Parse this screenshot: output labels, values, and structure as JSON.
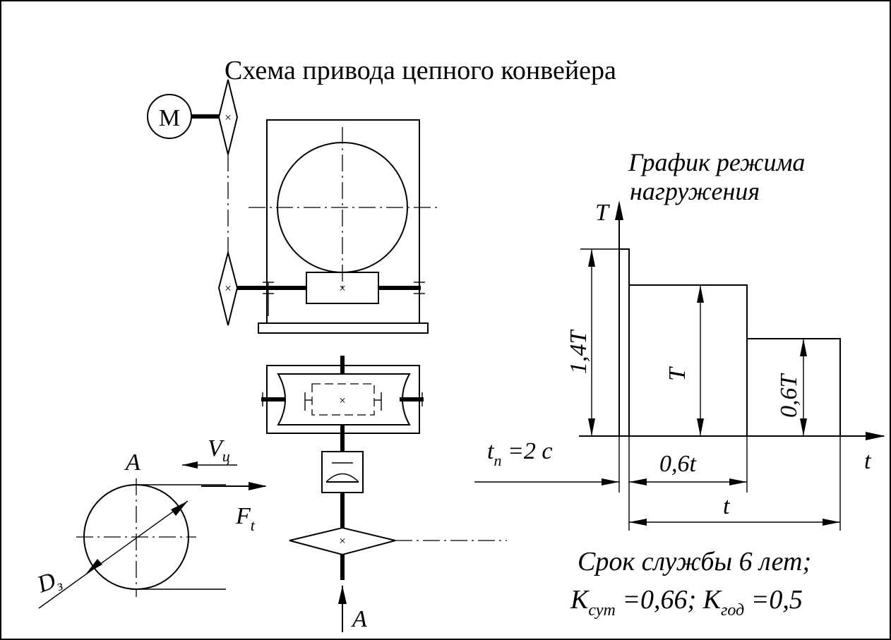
{
  "title": "Схема привода цепного конвейера",
  "motor_label": "M",
  "cross_mark": "×",
  "view_label_top": "A",
  "view_label_bottom": "A",
  "velocity": {
    "symbol": "V",
    "subscript": "ц"
  },
  "force": {
    "symbol": "F",
    "subscript": "t"
  },
  "diameter": {
    "symbol": "D",
    "subscript": "з"
  },
  "load_graph": {
    "title_line1": "График режима",
    "title_line2": "нагружения",
    "axis_y": "T",
    "axis_x": "t",
    "level_peak_label": "1,4T",
    "level_nominal_label": "T",
    "level_low_label": "0,6T",
    "start_time": {
      "symbol": "t",
      "subscript": "п",
      "rest": " =2 с"
    },
    "segment_time_label": "0,6t",
    "total_time_label": "t",
    "levels": [
      1.4,
      1.0,
      0.6
    ],
    "durations": [
      "t_п",
      "0,6t",
      "0,4t"
    ]
  },
  "service": {
    "line1": "Срок службы 6 лет;",
    "k_day": {
      "symbol": "K",
      "subscript": "сут",
      "value": " =0,66; "
    },
    "k_year": {
      "symbol": "K",
      "subscript": "год",
      "value": " =0,5"
    }
  }
}
